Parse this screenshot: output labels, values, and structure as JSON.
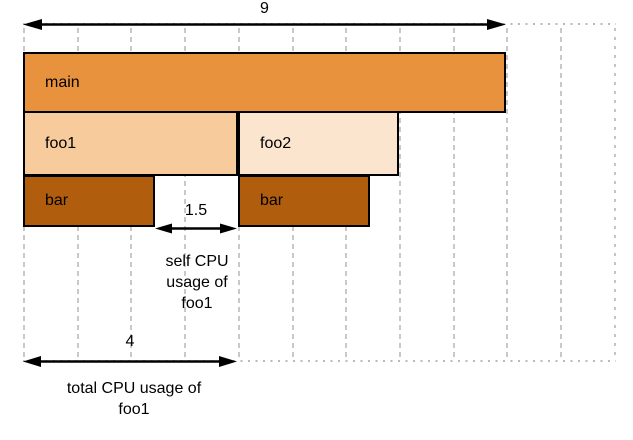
{
  "colors": {
    "main": "#E8923E",
    "foo1": "#F8CB9C",
    "foo2": "#FBE5CE",
    "bar": "#B05E0E",
    "border": "#000000",
    "grid": "#C9C9C9",
    "arrow": "#000000"
  },
  "grid": {
    "line_count": 12,
    "units_per_column": 1
  },
  "frames": [
    {
      "name": "main",
      "label": "main",
      "depth": 0,
      "start": 0,
      "units": 9,
      "color": "main"
    },
    {
      "name": "foo1",
      "label": "foo1",
      "depth": 1,
      "start": 0,
      "units": 4,
      "color": "foo1"
    },
    {
      "name": "foo2",
      "label": "foo2",
      "depth": 1,
      "start": 4,
      "units": 3,
      "color": "foo2"
    },
    {
      "name": "bar-left",
      "label": "bar",
      "depth": 2,
      "start": 0,
      "units": 2.45,
      "color": "bar"
    },
    {
      "name": "bar-right",
      "label": "bar",
      "depth": 2,
      "start": 4,
      "units": 2.45,
      "color": "bar"
    }
  ],
  "annotations": {
    "total_width_value": "9",
    "self_cpu_value": "1.5",
    "self_cpu_caption": "self CPU\nusage of\nfoo1",
    "total_cpu_value": "4",
    "total_cpu_caption": "total CPU usage of\nfoo1"
  }
}
